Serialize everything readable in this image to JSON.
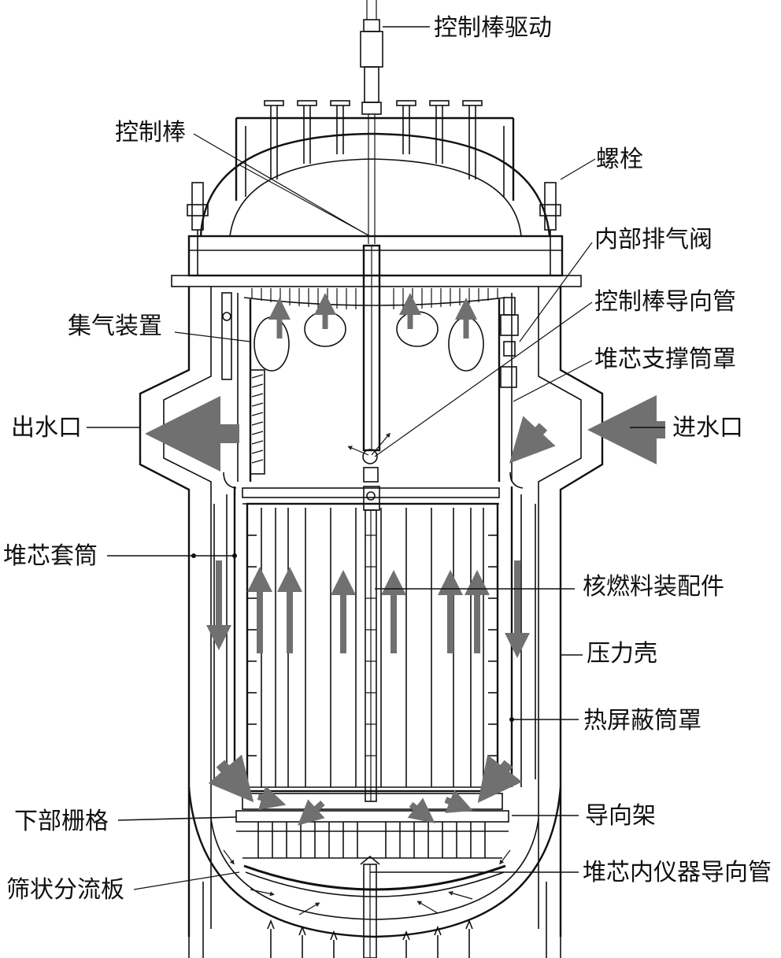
{
  "labels": {
    "rod_drive": "控制棒驱动",
    "control_rod": "控制棒",
    "bolt": "螺栓",
    "vent_valve": "内部排气阀",
    "rod_guide_tube": "控制棒导向管",
    "core_support_shroud": "堆芯支撑筒罩",
    "gas_collector": "集气装置",
    "outlet": "出水口",
    "inlet": "进水口",
    "core_barrel": "堆芯套筒",
    "fuel_assembly": "核燃料装配件",
    "pressure_vessel": "压力壳",
    "thermal_shield": "热屏蔽筒罩",
    "lower_grid": "下部栅格",
    "guide_frame": "导向架",
    "flow_plate": "筛状分流板",
    "instrument_guide_tube": "堆芯内仪器导向管"
  },
  "colors": {
    "line": "#111111",
    "flow_arrow": "#707070",
    "background": "#ffffff"
  }
}
